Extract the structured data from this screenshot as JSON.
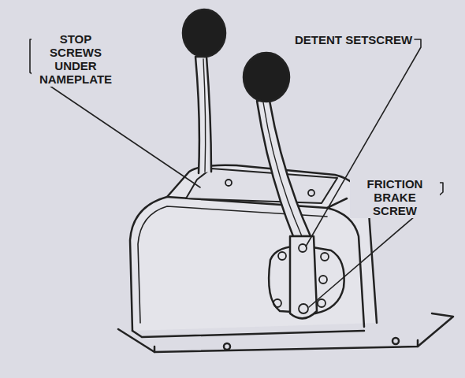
{
  "diagram": {
    "labels": [
      "STOP SCREWS UNDER NAMEPLATE",
      "DETENT SETSCREW",
      "FRICTION BRAKE SCREW"
    ]
  }
}
